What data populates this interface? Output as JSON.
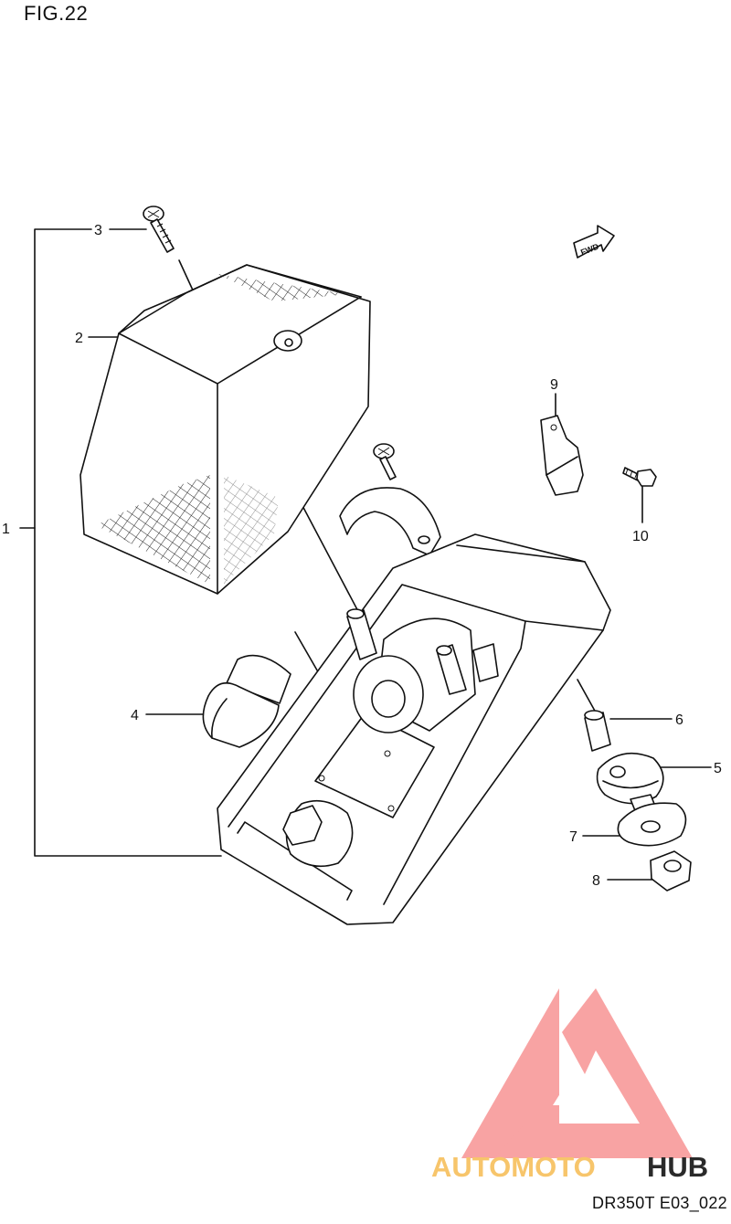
{
  "figure": {
    "title": "FIG.22"
  },
  "direction_marker": {
    "text": "FWD"
  },
  "callouts": [
    {
      "number": "1"
    },
    {
      "number": "2"
    },
    {
      "number": "3"
    },
    {
      "number": "4"
    },
    {
      "number": "5"
    },
    {
      "number": "6"
    },
    {
      "number": "7"
    },
    {
      "number": "8"
    },
    {
      "number": "9"
    },
    {
      "number": "10"
    }
  ],
  "footer": {
    "code": "DR350T E03_022"
  },
  "watermark": {
    "brand_part1": "AUTOMOTO",
    "brand_part2": "HUB",
    "colors": {
      "triangle": "#f8a3a3",
      "part1": "#f7c56b",
      "part2": "#2a2a2a"
    }
  }
}
